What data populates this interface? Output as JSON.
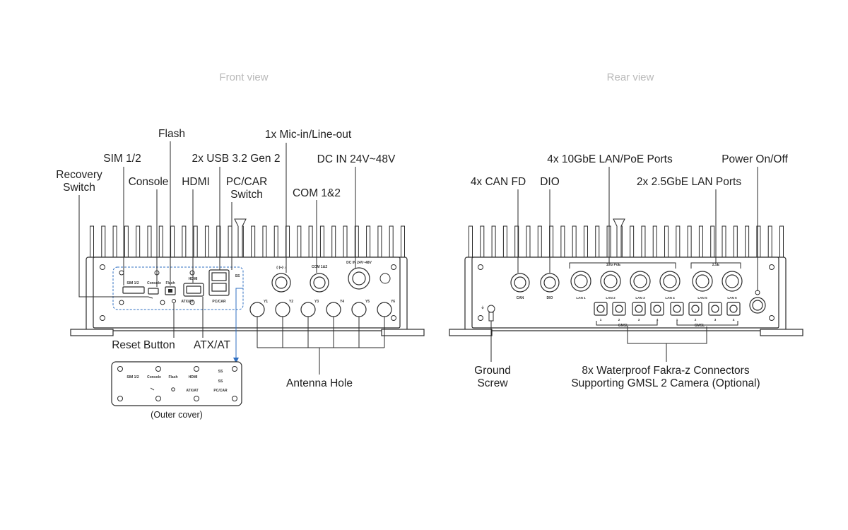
{
  "views": {
    "front_title": "Front view",
    "rear_title": "Rear view"
  },
  "front": {
    "callouts": {
      "recovery_switch_l1": "Recovery",
      "recovery_switch_l2": "Switch",
      "sim": "SIM 1/2",
      "console": "Console",
      "flash": "Flash",
      "hdmi": "HDMI",
      "usb": "2x USB 3.2 Gen 2",
      "pccar_l1": "PC/CAR",
      "pccar_l2": "Switch",
      "mic": "1x Mic-in/Line-out",
      "com": "COM 1&2",
      "dcin": "DC IN 24V~48V",
      "reset": "Reset Button",
      "atx": "ATX/AT",
      "antenna": "Antenna Hole",
      "outer_cover": "(Outer cover)"
    },
    "panel_labels": {
      "sim": "SIM 1/2",
      "console": "Console",
      "flash": "Flash",
      "hdmi": "HDMI",
      "atx": "ATX/AT",
      "pccar": "PC/CAR",
      "com": "COM 1&2",
      "dcin": "DC IN 24V~48V",
      "antennas": [
        "1",
        "2",
        "3",
        "4",
        "5",
        "6"
      ]
    }
  },
  "rear": {
    "callouts": {
      "can": "4x CAN FD",
      "dio": "DIO",
      "lan_poe": "4x 10GbE LAN/PoE Ports",
      "lan_25": "2x 2.5GbE LAN Ports",
      "power": "Power On/Off",
      "ground_l1": "Ground",
      "ground_l2": "Screw",
      "fakra_l1": "8x Waterproof Fakra-z Connectors",
      "fakra_l2": "Supporting GMSL 2 Camera (Optional)"
    },
    "panel_labels": {
      "can": "CAN",
      "dio": "DIO",
      "poe_group": "10G PoE",
      "lan25_group": "2.5E",
      "lans": [
        "LAN 1",
        "LAN 2",
        "LAN 3",
        "LAN 4",
        "LAN 5",
        "LAN 6"
      ],
      "gmsl": "GMSL",
      "gmsl_nums": [
        "1",
        "2",
        "3",
        "4",
        "1",
        "2",
        "3",
        "4"
      ]
    }
  },
  "colors": {
    "accent_blue": "#2f6fc2",
    "line": "#2a2a2a",
    "view_title": "#b9b9b9"
  }
}
